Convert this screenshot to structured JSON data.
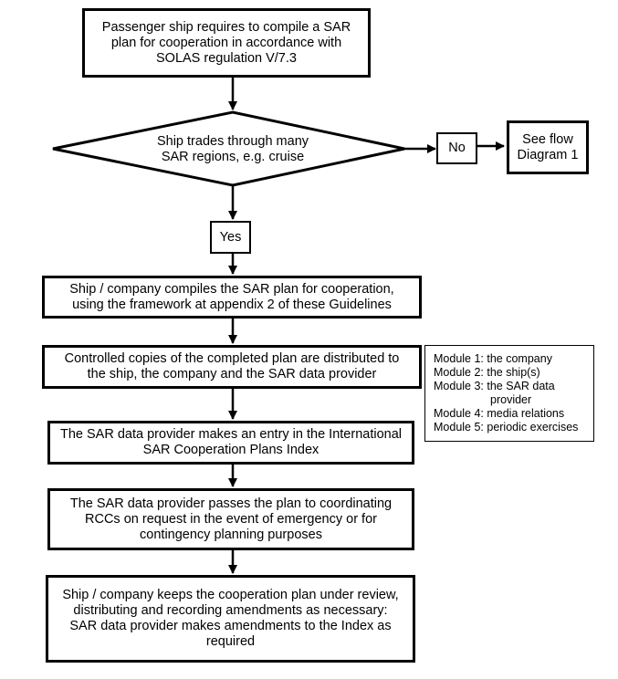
{
  "flow": {
    "start": "Passenger ship requires to compile a SAR\nplan for cooperation in accordance with\nSOLAS regulation V/7.3",
    "decision": "Ship trades through many\nSAR regions, e.g. cruise",
    "no_label": "No",
    "see_flow": "See flow\nDiagram 1",
    "yes_label": "Yes",
    "step1": "Ship / company compiles the SAR plan for cooperation,\nusing the framework at appendix 2 of these Guidelines",
    "step2": "Controlled copies of the completed plan are distributed to\nthe ship, the company and the SAR data provider",
    "step3": "The SAR data provider makes an entry in the International\nSAR Cooperation Plans Index",
    "step4": "The SAR data provider passes the plan to coordinating\nRCCs on request in the event of emergency or for\ncontingency planning purposes",
    "step5": "Ship / company keeps the cooperation plan under review,\ndistributing and recording amendments as necessary:\nSAR data provider makes amendments to the Index as\nrequired"
  },
  "modules": [
    "Module 1: the company",
    "Module 2: the ship(s)",
    "Module 3: the SAR data\nprovider",
    "Module 4: media relations",
    "Module 5: periodic exercises"
  ]
}
